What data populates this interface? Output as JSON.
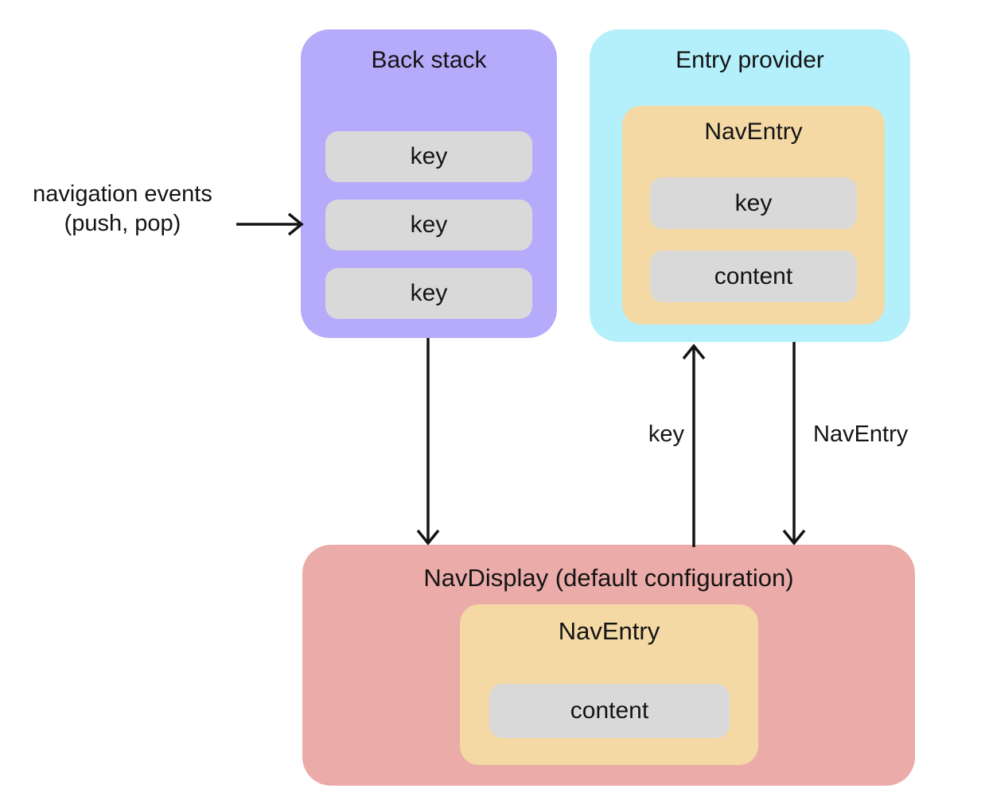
{
  "colors": {
    "background": "#ffffff",
    "back_stack": "#b6abfa",
    "entry_provider": "#b4f0fb",
    "nav_entry": "#f4d9a5",
    "nav_display": "#ebaba8",
    "pill": "#d9d9d9",
    "text": "#141414",
    "arrow": "#141414"
  },
  "external_label": {
    "line1": "navigation events",
    "line2": "(push, pop)"
  },
  "back_stack": {
    "title": "Back stack",
    "keys": [
      "key",
      "key",
      "key"
    ]
  },
  "entry_provider": {
    "title": "Entry provider",
    "nav_entry": {
      "title": "NavEntry",
      "key": "key",
      "content": "content"
    }
  },
  "edges": {
    "key_label": "key",
    "nav_entry_label": "NavEntry"
  },
  "nav_display": {
    "title": "NavDisplay (default configuration)",
    "nav_entry": {
      "title": "NavEntry",
      "content": "content"
    }
  }
}
